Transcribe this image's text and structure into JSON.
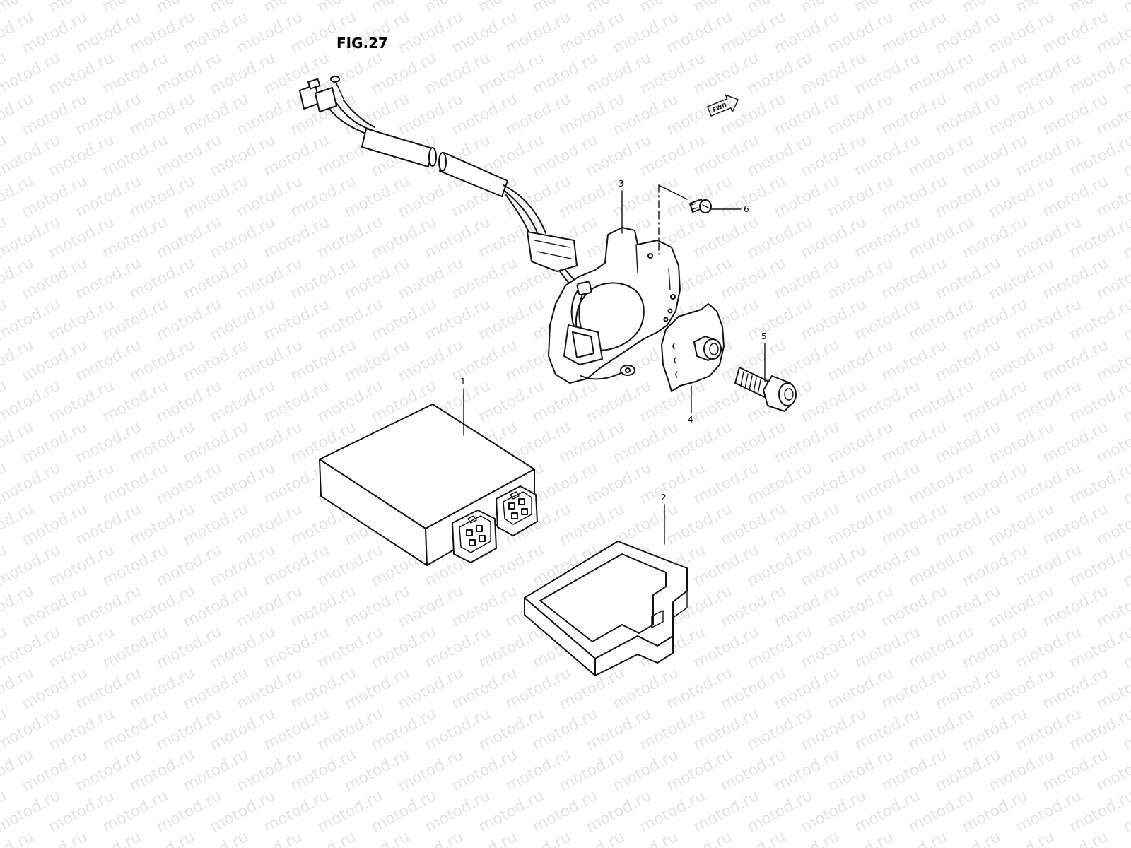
{
  "figure": {
    "title": "FIG.27",
    "direction_label": "FWD",
    "watermark": "motod.ru"
  },
  "callouts": [
    {
      "id": "1",
      "label": "1"
    },
    {
      "id": "2",
      "label": "2"
    },
    {
      "id": "3",
      "label": "3"
    },
    {
      "id": "4",
      "label": "4"
    },
    {
      "id": "5",
      "label": "5"
    },
    {
      "id": "6",
      "label": "6"
    }
  ],
  "colors": {
    "line": "#111111",
    "background": "#ffffff",
    "watermark": "#e3e3e3"
  }
}
